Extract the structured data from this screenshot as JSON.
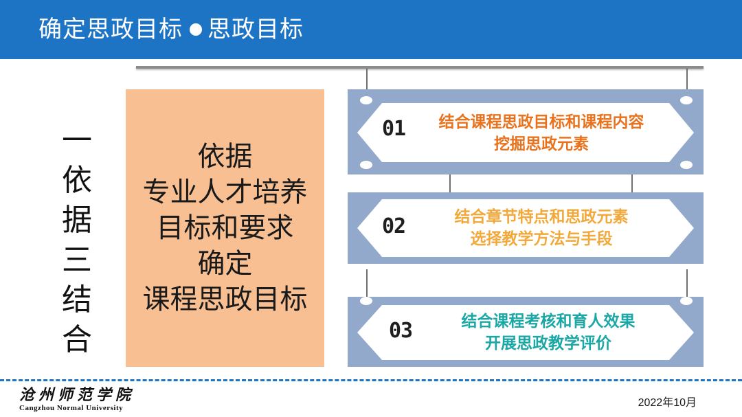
{
  "header": {
    "title_left": "确定思政目标",
    "title_right": "思政目标",
    "background": "#1e74c4"
  },
  "side_title": [
    "一",
    "依",
    "据",
    "三",
    "结",
    "合"
  ],
  "center_box": {
    "lines": [
      "依据",
      "专业人才培养",
      "目标和要求",
      "确定",
      "课程思政目标"
    ],
    "background": "#f7bf92"
  },
  "items": [
    {
      "number": "01",
      "line1": "结合课程思政目标和课程内容",
      "line2": "挖掘思政元素",
      "color": "#e8731f"
    },
    {
      "number": "02",
      "line1": "结合章节特点和思政元素",
      "line2": "选择教学方法与手段",
      "color": "#f2a93b"
    },
    {
      "number": "03",
      "line1": "结合课程考核和育人效果",
      "line2": "开展思政教学评价",
      "color": "#1aa7a5"
    }
  ],
  "footer": {
    "logo_cn": "沧州师范学院",
    "logo_en": "Cangzhou Normal University",
    "date": "2022年10月",
    "rule_color": "#1e74c4"
  }
}
